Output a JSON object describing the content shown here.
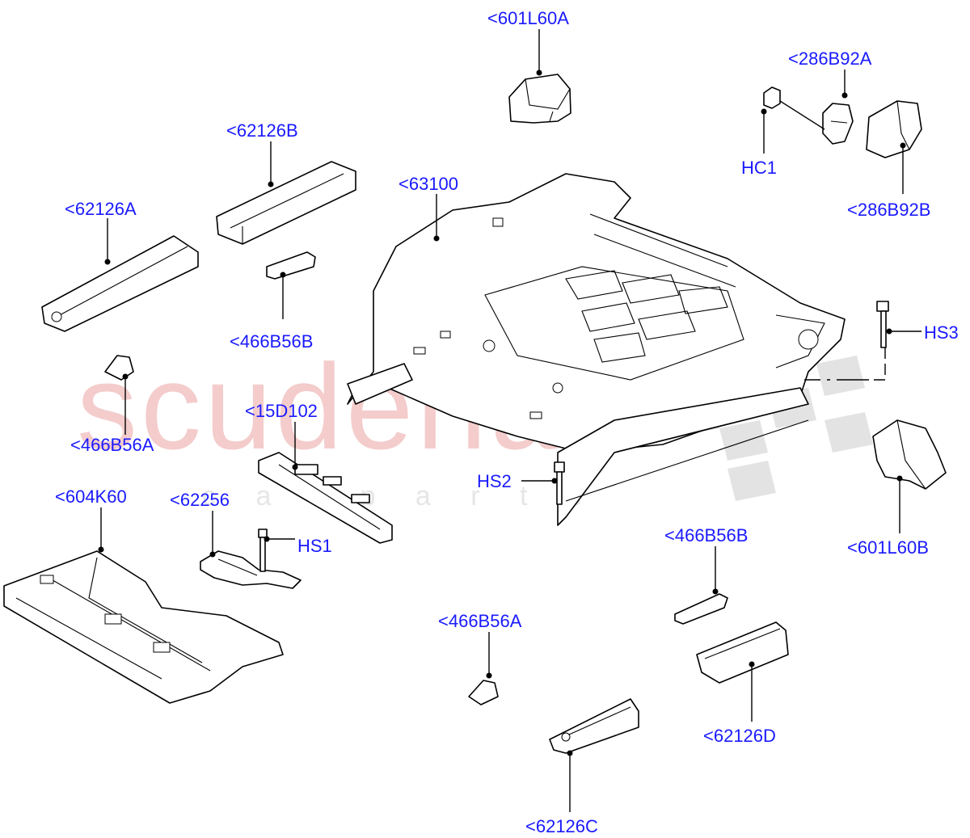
{
  "watermark": {
    "brand": "scuderia",
    "sub": "c a r   p a r t s",
    "color": "#f3c8c8"
  },
  "label_color": "#1a1aff",
  "labels": {
    "l601L60A": "<601L60A",
    "l286B92A": "<286B92A",
    "hc1": "HC1",
    "l286B92B": "<286B92B",
    "l62126B": "<62126B",
    "l63100": "<63100",
    "l62126A": "<62126A",
    "l466B56B_top": "<466B56B",
    "hs3": "HS3",
    "l466B56A_left": "<466B56A",
    "l15D102": "<15D102",
    "hs2": "HS2",
    "l604K60": "<604K60",
    "l62256": "<62256",
    "hs1": "HS1",
    "l601L60B": "<601L60B",
    "l466B56B_right": "<466B56B",
    "l466B56A_bottom": "<466B56A",
    "l62126D": "<62126D",
    "l62126C": "<62126C"
  }
}
